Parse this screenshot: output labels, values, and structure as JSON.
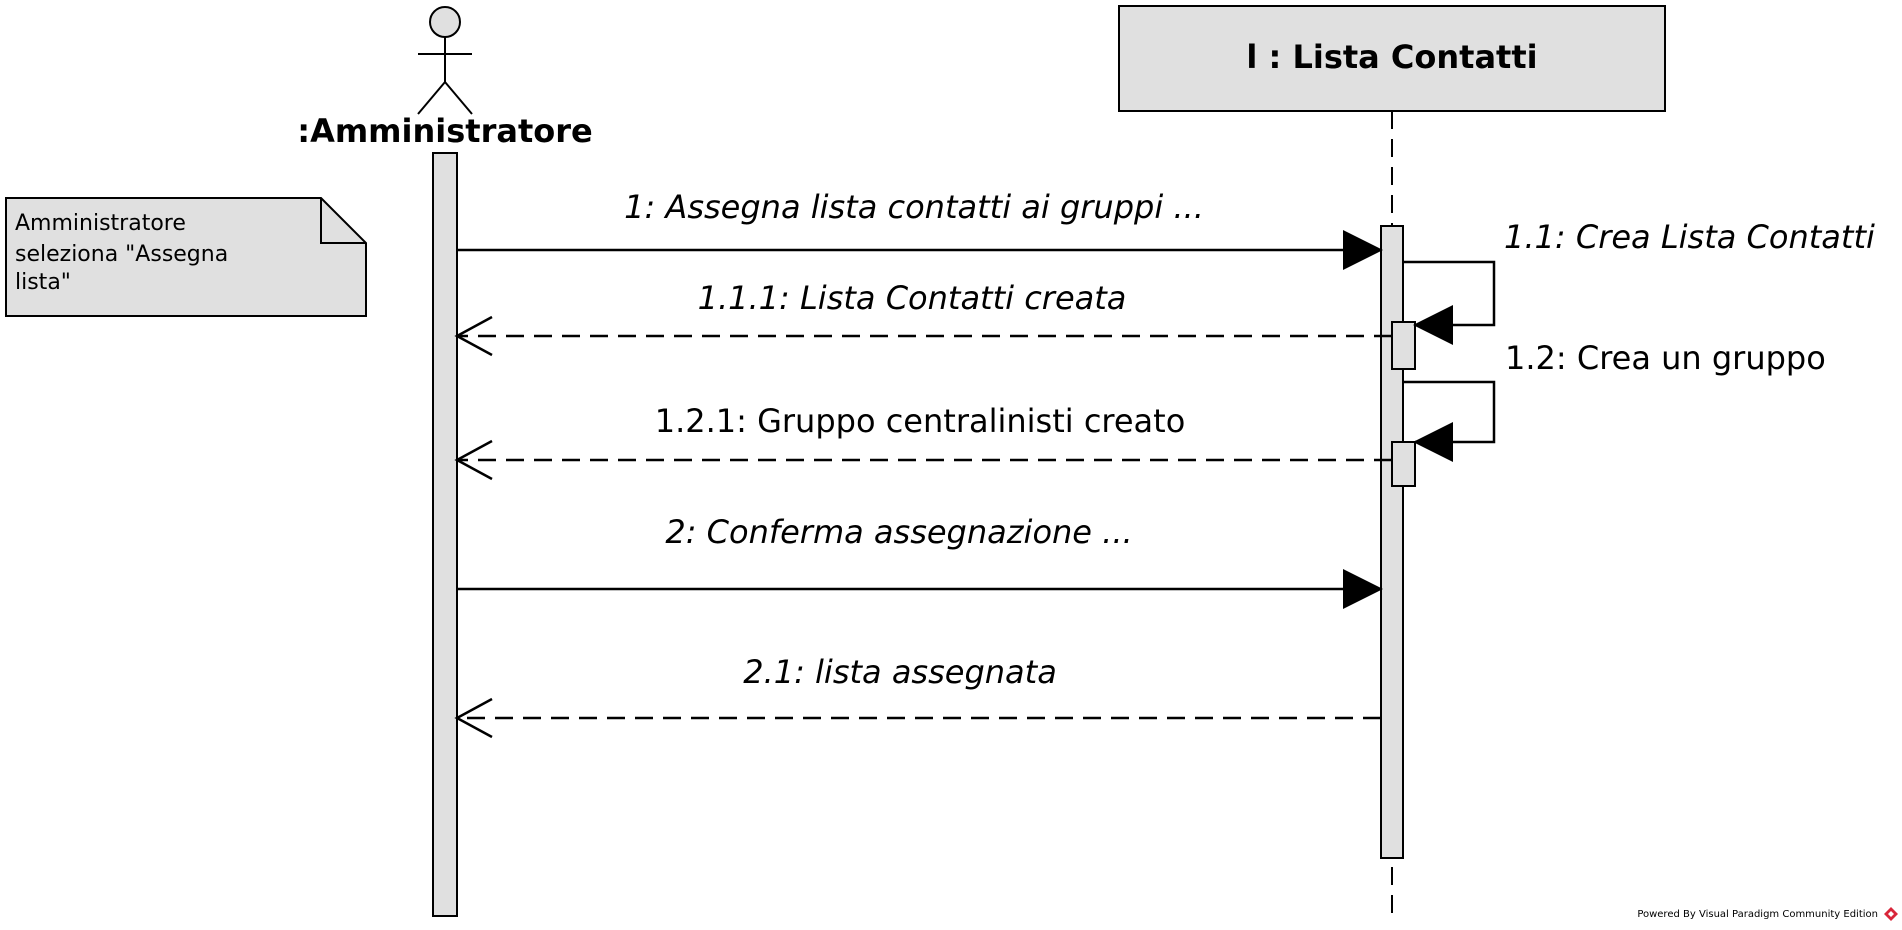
{
  "actor": {
    "label": ":Amministratore"
  },
  "lifeline": {
    "label": "l : Lista Contatti"
  },
  "note": {
    "lines": [
      "Amministratore",
      "seleziona \"Assegna",
      "lista\""
    ]
  },
  "messages": {
    "m1": "1: Assegna lista contatti ai gruppi ...",
    "m1_1": "1.1: Crea Lista Contatti",
    "m1_1_1": "1.1.1: Lista Contatti creata",
    "m1_2": "1.2: Crea un gruppo",
    "m1_2_1": "1.2.1: Gruppo centralinisti creato",
    "m2": "2: Conferma assegnazione ...",
    "m2_1": "2.1: lista assegnata"
  },
  "footer": {
    "watermark": "Powered By Visual Paradigm Community Edition"
  },
  "colors": {
    "fill": "#e0e0e0",
    "stroke": "#000000",
    "watermark_icon": "#d9263a"
  }
}
